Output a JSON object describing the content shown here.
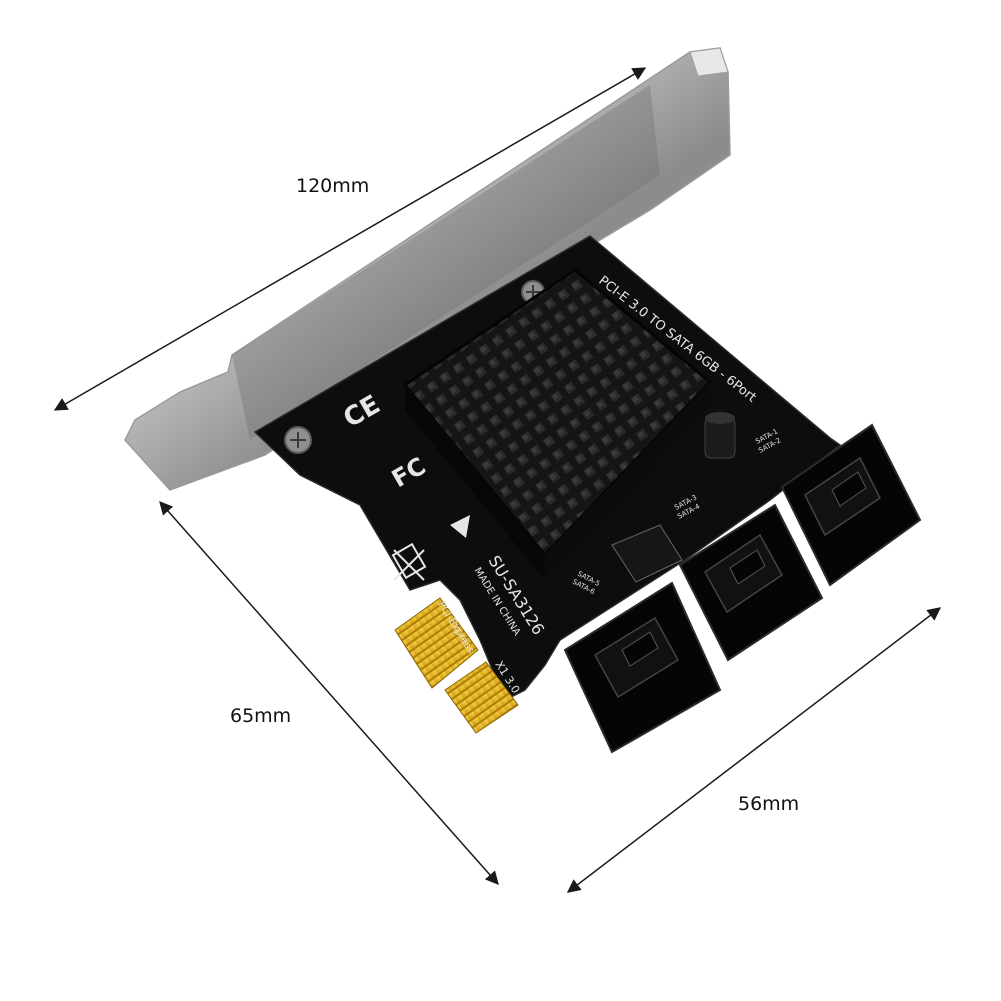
{
  "dimensions": {
    "length_label": "120mm",
    "height_label": "65mm",
    "depth_label": "56mm"
  },
  "board": {
    "product_line": "PCI-E 3.0 TO SATA 6GB - 6Port",
    "model": "SU-SA3126",
    "origin": "MADE IN CHINA",
    "bus_label": "PCI-Express",
    "lane_label": "X1 3.0",
    "port_labels": [
      "SATA-1",
      "SATA-2",
      "SATA-3",
      "SATA-4",
      "SATA-5",
      "SATA-6"
    ],
    "marks": {
      "ce": "CE",
      "fcc": "FC"
    }
  },
  "colors": {
    "pcb": "#0d0d0d",
    "bracket": "#c8c8c8",
    "heatsink": "#141414",
    "gold": "#e9b314",
    "connector": "#050505",
    "dimension_line": "#1a1a1a"
  }
}
